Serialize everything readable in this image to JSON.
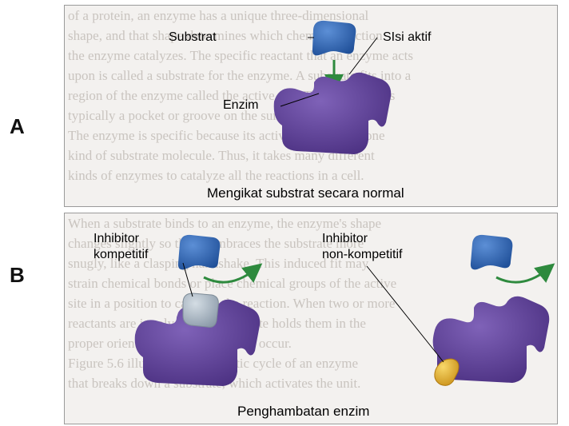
{
  "panel_a": {
    "marker": "A",
    "labels": {
      "substrate": "Substrat",
      "active_site": "SIsi aktif",
      "enzyme": "Enzim"
    },
    "caption": "Mengikat substrat secara normal",
    "background_text": [
      "of a protein, an enzyme has a unique three-dimensional",
      "shape, and that shape determines which chemical reaction",
      "the enzyme catalyzes. The specific reactant that an enzyme acts",
      "upon is called a substrate for the enzyme. A substrate fits into a",
      "region of the enzyme called the active site. The active site is",
      "typically a pocket or groove on the surface of the enzyme.",
      "The enzyme is specific because its active site fits only one",
      "kind of substrate molecule. Thus, it takes many different",
      "kinds of enzymes to catalyze all the reactions in a cell."
    ]
  },
  "panel_b": {
    "marker": "B",
    "labels": {
      "competitive_1": "Inhibitor",
      "competitive_2": "kompetitif",
      "noncompetitive_1": "Inhibitor",
      "noncompetitive_2": "non-kompetitif"
    },
    "caption": "Penghambatan enzim",
    "background_text": [
      "When a substrate binds to an enzyme, the enzyme's shape",
      "changes slightly so that it embraces the substrate more",
      "snugly, like a clasping handshake. This induced fit may",
      "strain chemical bonds or place chemical groups of the active",
      "site in a position to catalyze the reaction. When two or more",
      "reactants are involved, the active site holds them in the",
      "proper orientation for a reaction to occur.",
      "Figure 5.6 illustrates the catalytic cycle of an enzyme",
      "that breaks down a substrate, which activates the unit."
    ]
  },
  "colors": {
    "enzyme": "#5b3c96",
    "substrate": "#2f64b2",
    "competitive_inhibitor": "#aeb9c3",
    "noncompetitive_inhibitor": "#e8b52c",
    "arrow": "#2e8a3e"
  }
}
